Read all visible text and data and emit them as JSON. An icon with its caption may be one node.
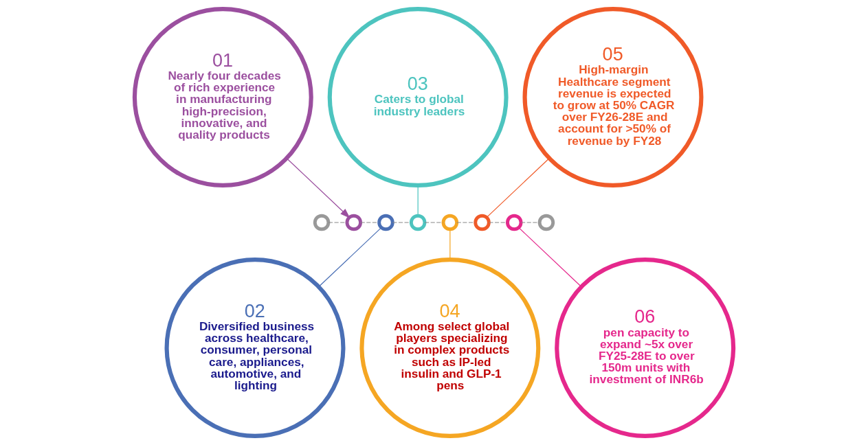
{
  "diagram": {
    "nodes": [
      {
        "text": [
          "01",
          "Nearly four decades of rich experience in manufacturing high-precision, innovative, and quality products"
        ]
      },
      {
        "text": [
          "02",
          "Diversified business across healthcare, consumer, personal care, appliances, automotive, and lighting"
        ]
      },
      {
        "text": [
          "03",
          "Caters to global industry leaders"
        ]
      },
      {
        "text": [
          "04",
          "Among select global players specializing in complex products such as IP-led insulin and GLP-1 pens"
        ]
      },
      {
        "text": [
          "05",
          "High-margin Healthcare segment revenue is expected to grow at 50% CAGR over FY26-28E and account for >50% of revenue by FY28"
        ]
      },
      {
        "text": [
          "06",
          "pen capacity to expand ~5x over FY25-28E to over 150m units with investment of INR6b"
        ]
      },
      {
        "text": [],
        "shape": "circle"
      },
      {
        "text": [],
        "shape": "circle"
      },
      {
        "text": [],
        "shape": "circle"
      },
      {
        "text": [],
        "shape": "circle"
      },
      {
        "text": [],
        "shape": "circle"
      },
      {
        "text": [],
        "shape": "circle"
      },
      {
        "text": [],
        "shape": "circle"
      },
      {
        "text": [],
        "shape": "circle"
      }
    ],
    "edges": [
      {
        "from": 6,
        "to": 7,
        "arrow": "none",
        "style": "dashed"
      },
      {
        "from": 7,
        "to": 8,
        "arrow": "none",
        "style": "dashed"
      },
      {
        "from": 8,
        "to": 9,
        "arrow": "none",
        "style": "dashed"
      },
      {
        "from": 9,
        "to": 10,
        "arrow": "none",
        "style": "dashed"
      },
      {
        "from": 10,
        "to": 11,
        "arrow": "none",
        "style": "dashed"
      },
      {
        "from": 11,
        "to": 12,
        "arrow": "none",
        "style": "dashed"
      },
      {
        "from": 12,
        "to": 13,
        "arrow": "none",
        "style": "dashed"
      },
      {
        "from": 0,
        "to": 7,
        "arrow": "to",
        "color": "#9b4f9f"
      },
      {
        "from": 8,
        "to": 1,
        "arrow": "none",
        "color": "#4a6fb5"
      },
      {
        "from": 2,
        "to": 9,
        "arrow": "none",
        "color": "#4dc4bf"
      },
      {
        "from": 10,
        "to": 3,
        "arrow": "none",
        "color": "#f5a623"
      },
      {
        "from": 4,
        "to": 11,
        "arrow": "none",
        "color": "#f05a28"
      },
      {
        "from": 12,
        "to": 5,
        "arrow": "none",
        "color": "#e5288c"
      }
    ]
  }
}
